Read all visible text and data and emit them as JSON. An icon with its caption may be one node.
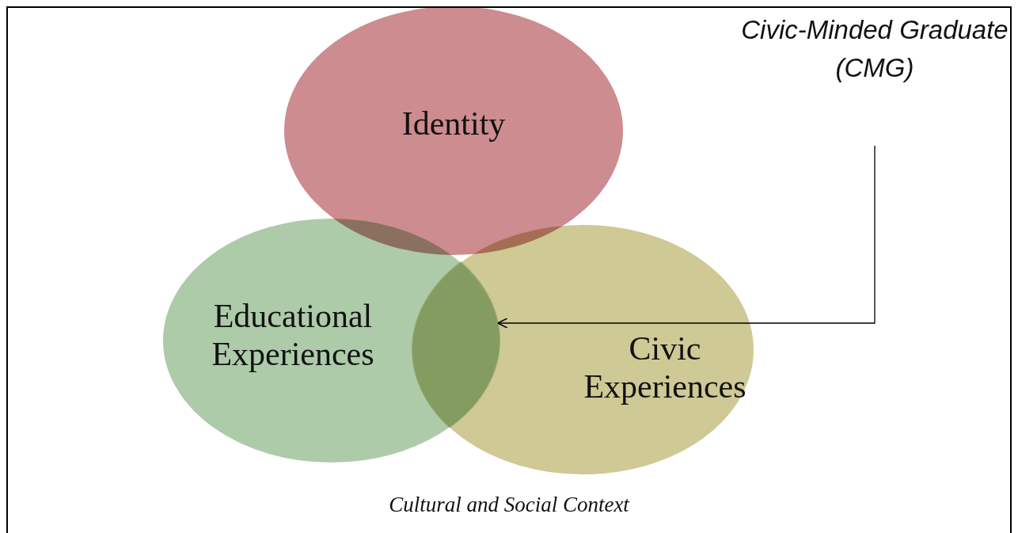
{
  "diagram": {
    "nodes": [
      {
        "text": [
          "Cultural and Social Context"
        ]
      },
      {
        "text": [
          "Identity"
        ],
        "in": 0
      },
      {
        "text": [
          "Educational Experiences"
        ],
        "in": 0
      },
      {
        "text": [
          "Civic Experiences"
        ],
        "in": 0
      },
      {
        "text": [
          "Civic-Minded Graduate (CMG)"
        ],
        "in": 0
      },
      {
        "text": [],
        "shape": "lens"
      }
    ],
    "edges": [
      {
        "from": 4,
        "to": 5,
        "arrow": "to"
      }
    ]
  }
}
